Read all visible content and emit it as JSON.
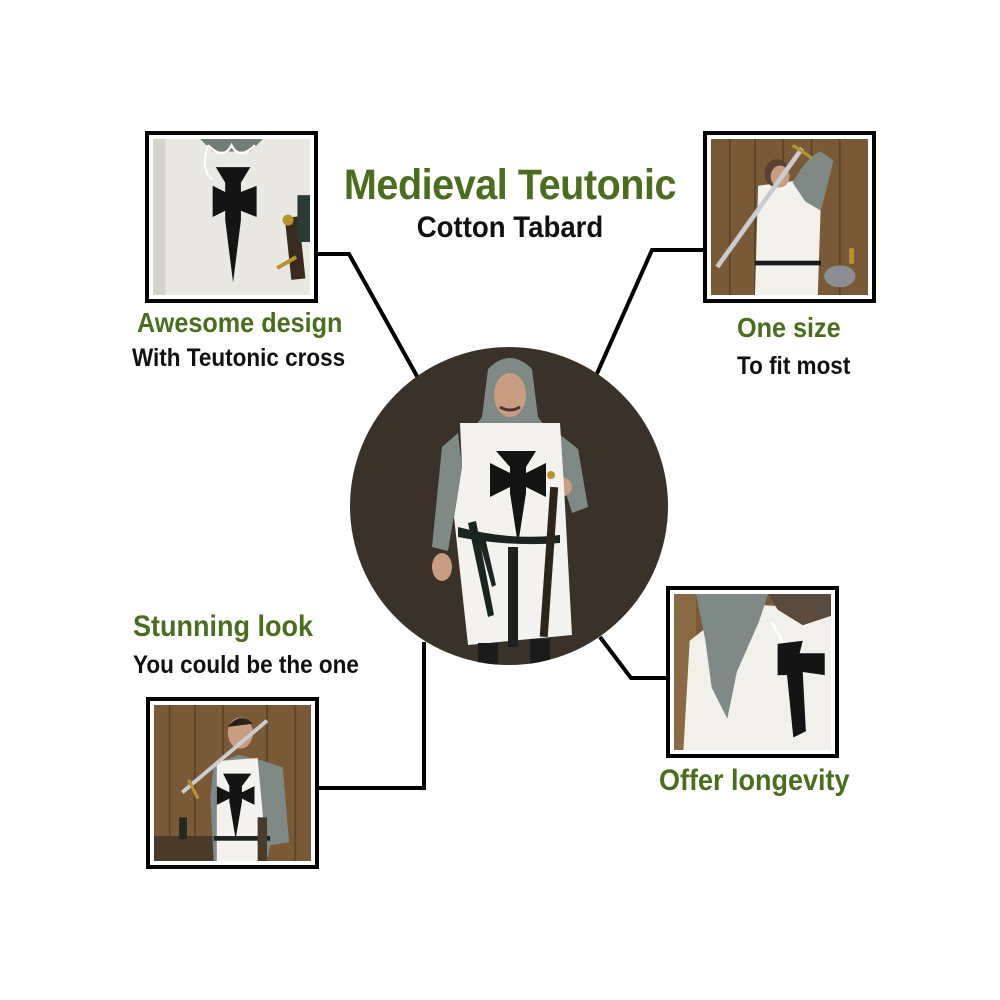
{
  "header": {
    "title": "Medieval Teutonic",
    "subtitle": "Cotton Tabard"
  },
  "features": [
    {
      "position": "top-left",
      "heading": "Awesome design",
      "description": "With Teutonic cross",
      "image": "tabard-cross-closeup"
    },
    {
      "position": "top-right",
      "heading": "One size",
      "description": "To fit most",
      "image": "knight-raising-sword"
    },
    {
      "position": "bottom-left",
      "heading": "Stunning look",
      "description": "You could be the one",
      "image": "knight-sword-on-shoulder"
    },
    {
      "position": "bottom-right",
      "heading": "Offer longevity",
      "description": "",
      "image": "tabard-side-with-chainmail"
    }
  ],
  "center": {
    "image": "knight-in-teutonic-tabard-with-chainmail-coif"
  },
  "colors": {
    "heading_green": "#4a6e1e",
    "text_black": "#111111",
    "circle_brown": "#3a3128",
    "frame_black": "#000000",
    "cross_black": "#141414",
    "tabard_white": "#f3f2ee",
    "chainmail_gray": "#7f8a86",
    "wood_brown": "#7a5a36"
  }
}
